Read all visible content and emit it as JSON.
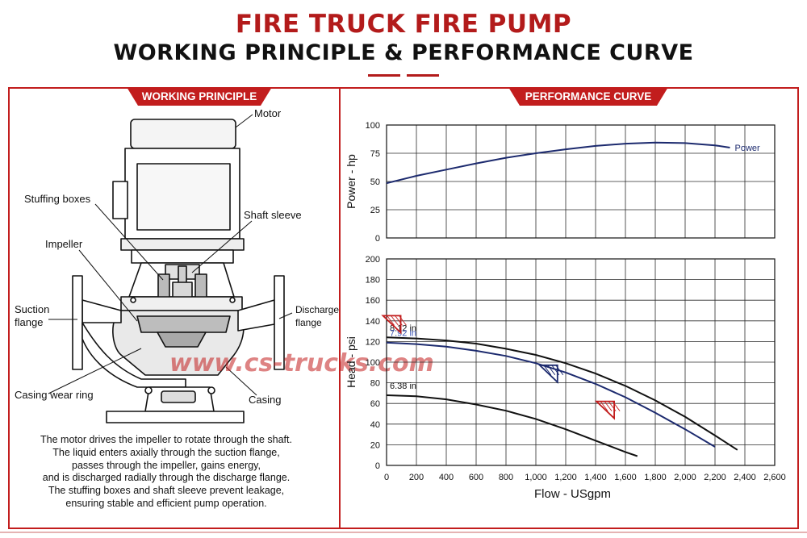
{
  "header": {
    "title": "FIRE TRUCK FIRE PUMP",
    "subtitle": "WORKING PRINCIPLE & PERFORMANCE CURVE"
  },
  "colors": {
    "accent": "#c21d1d",
    "curve_dark": "#111111",
    "curve_blue": "#1c2a6e",
    "curve_light_blue": "#3b55b8"
  },
  "working_principle": {
    "tab_label": "WORKING PRINCIPLE",
    "labels": {
      "motor": "Motor",
      "stuffing_boxes": "Stuffing boxes",
      "shaft_sleeve": "Shaft sleeve",
      "impeller": "Impeller",
      "suction_flange_1": "Suction",
      "suction_flange_2": "flange",
      "discharge_flange_1": "Discharge",
      "discharge_flange_2": "flange",
      "casing_wear_ring": "Casing wear ring",
      "casing": "Casing"
    },
    "description": [
      "The motor drives the impeller to rotate through the shaft.",
      "The liquid enters axially through the suction flange,",
      "passes through the impeller, gains energy,",
      "and is discharged radially through the discharge flange.",
      "The stuffing boxes and shaft sleeve prevent leakage,",
      "ensuring stable and efficient pump operation."
    ],
    "watermark": "www.cs-trucks.com"
  },
  "performance_curve": {
    "tab_label": "PERFORMANCE CURVE"
  },
  "chart_data": [
    {
      "type": "line",
      "title": "",
      "xlabel": "",
      "ylabel": "Power - hp",
      "xlim": [
        0,
        2600
      ],
      "ylim": [
        0,
        100
      ],
      "x_ticks": [],
      "y_ticks": [
        "0",
        "25",
        "50",
        "75",
        "100"
      ],
      "y_tick_values": [
        0,
        25,
        50,
        75,
        100
      ],
      "grid": true,
      "series": [
        {
          "name": "Power",
          "color": "#1c2a6e",
          "x": [
            0,
            200,
            400,
            600,
            800,
            1000,
            1200,
            1400,
            1600,
            1800,
            2000,
            2200,
            2300
          ],
          "y": [
            48.5,
            55,
            60.5,
            66,
            71,
            75,
            78.5,
            81.5,
            83.5,
            84.5,
            84,
            82,
            80
          ]
        }
      ]
    },
    {
      "type": "line",
      "title": "",
      "xlabel": "Flow - USgpm",
      "ylabel": "Head - psi",
      "xlim": [
        0,
        2600
      ],
      "ylim": [
        0,
        200
      ],
      "x_ticks": [
        "0",
        "200",
        "400",
        "600",
        "800",
        "1,000",
        "1,200",
        "1,400",
        "1,600",
        "1,800",
        "2,000",
        "2,200",
        "2,400",
        "2,600"
      ],
      "x_tick_values": [
        0,
        200,
        400,
        600,
        800,
        1000,
        1200,
        1400,
        1600,
        1800,
        2000,
        2200,
        2400,
        2600
      ],
      "y_ticks": [
        "0",
        "20",
        "40",
        "60",
        "80",
        "100",
        "120",
        "140",
        "160",
        "180",
        "200"
      ],
      "y_tick_values": [
        0,
        20,
        40,
        60,
        80,
        100,
        120,
        140,
        160,
        180,
        200
      ],
      "grid": true,
      "series": [
        {
          "name": "8.12 in",
          "color": "#111111",
          "x": [
            0,
            200,
            400,
            600,
            800,
            1000,
            1200,
            1400,
            1600,
            1800,
            2000,
            2200,
            2350
          ],
          "y": [
            124,
            123,
            121,
            118,
            113,
            107,
            99,
            89,
            77,
            63,
            47,
            29,
            15
          ]
        },
        {
          "name": "7.92 in",
          "color": "#1c2a6e",
          "x": [
            0,
            200,
            400,
            600,
            800,
            1000,
            1200,
            1400,
            1600,
            1800,
            2000,
            2200
          ],
          "y": [
            119,
            117.5,
            115,
            111,
            106,
            99,
            90,
            79,
            66,
            51,
            35,
            18
          ]
        },
        {
          "name": "6.38 in",
          "color": "#111111",
          "x": [
            0,
            200,
            400,
            600,
            800,
            1000,
            1200,
            1400,
            1600,
            1680
          ],
          "y": [
            68,
            67,
            64,
            59,
            53,
            45,
            35,
            24,
            13,
            9
          ]
        }
      ],
      "markers": [
        {
          "x": 30,
          "y": 138,
          "color": "#c21d1d"
        },
        {
          "x": 1080,
          "y": 90,
          "color": "#1c2a6e"
        },
        {
          "x": 1460,
          "y": 55,
          "color": "#c21d1d"
        }
      ]
    }
  ]
}
